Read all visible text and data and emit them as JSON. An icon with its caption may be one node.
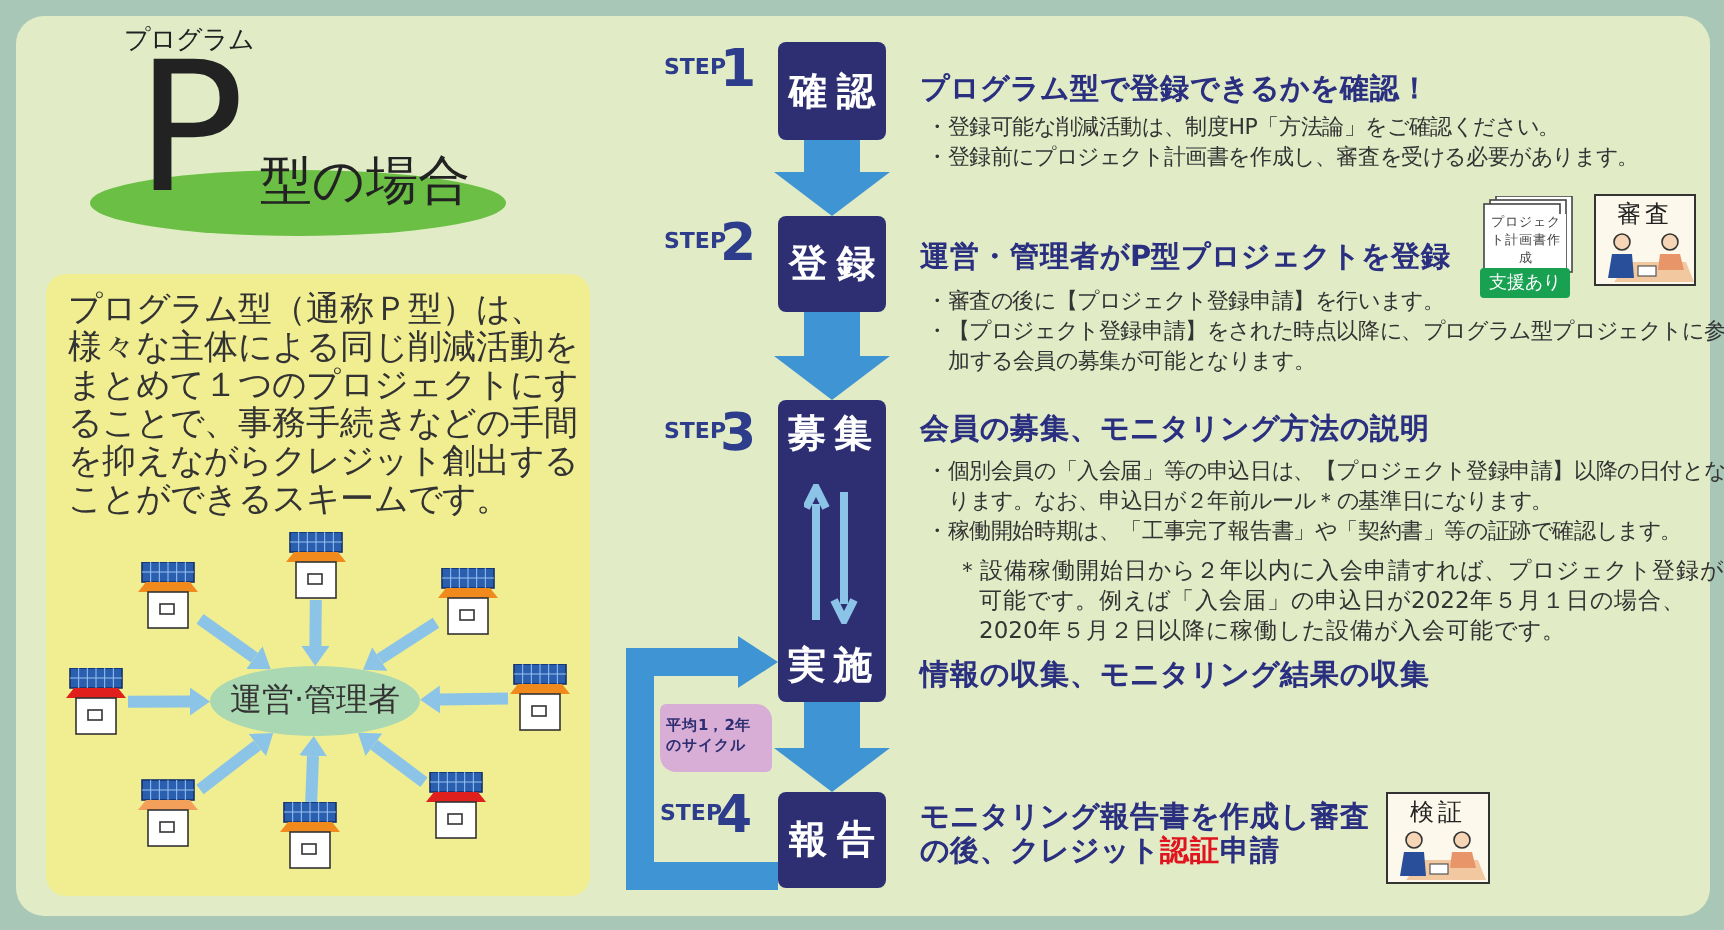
{
  "diagram": {
    "nodes": [
      {
        "text": [
          "プログラム",
          "P",
          "型の場合"
        ]
      },
      {
        "text": [
          "プログラム型（通称Ｐ型）は、様々な主体による同じ削減活動をまとめて１つのプロジェクトにすることで、事務手続きなどの手間を抑えながらクレジット創出することができるスキームです。"
        ]
      },
      {
        "text": [
          "運営·管理者"
        ],
        "in": 1
      },
      {
        "text": [],
        "shape": "picture",
        "in": 1
      },
      {
        "text": [],
        "shape": "picture",
        "in": 1
      },
      {
        "text": [],
        "shape": "picture",
        "in": 1
      },
      {
        "text": [],
        "shape": "picture",
        "in": 1
      },
      {
        "text": [],
        "shape": "picture",
        "in": 1
      },
      {
        "text": [],
        "shape": "picture",
        "in": 1
      },
      {
        "text": [],
        "shape": "picture",
        "in": 1
      },
      {
        "text": [],
        "shape": "picture",
        "in": 1
      },
      {
        "text": [
          "確認"
        ],
        "beside": [
          "STEP",
          "1",
          "プログラム型で登録できるかを確認！",
          "・登録可能な削減活動は、制度HP「方法論」をご確認ください。",
          "・登録前にプロジェクト計画書を作成し、審査を受ける必要があります。"
        ]
      },
      {
        "text": [
          "登録"
        ],
        "beside": [
          "STEP",
          "2",
          "運営・管理者がP型プロジェクトを登録",
          "・審査の後に【プロジェクト登録申請】を行います。",
          "・【プロジェクト登録申請】をされた時点以降に、プログラム型プロジェクトに参加する会員の募集が可能となります。"
        ]
      },
      {
        "text": [
          "プロジェクト計画書作成"
        ]
      },
      {
        "text": [
          "支援あり"
        ]
      },
      {
        "text": [
          "審査"
        ]
      },
      {
        "text": [
          "募集",
          "実施"
        ],
        "beside": [
          "STEP",
          "3",
          "会員の募集、モニタリング方法の説明",
          "・個別会員の「入会届」等の申込日は、【プロジェクト登録申請】以降の日付となります。なお、申込日が２年前ルール＊の基準日になります。",
          "・稼働開始時期は、「工事完了報告書」や「契約書」等の証跡で確認します。",
          "＊設備稼働開始日から２年以内に入会申請すれば、プロジェクト登録が可能です。例えば「入会届」の申込日が2022年５月１日の場合、2020年５月２日以降に稼働した設備が入会可能です。",
          "情報の収集、モニタリング結果の収集"
        ]
      },
      {
        "text": [
          "報告"
        ],
        "beside": [
          "STEP",
          "4",
          "モニタリング報告書を作成し審査の後、クレジット**認証**申請"
        ]
      },
      {
        "text": [
          "検証"
        ]
      },
      {
        "text": [
          "平均1，2年のサイクル"
        ]
      }
    ],
    "edges": [
      {
        "from": 3,
        "to": 2,
        "arrow": "to"
      },
      {
        "from": 4,
        "to": 2,
        "arrow": "to"
      },
      {
        "from": 5,
        "to": 2,
        "arrow": "to"
      },
      {
        "from": 6,
        "to": 2,
        "arrow": "to"
      },
      {
        "from": 7,
        "to": 2,
        "arrow": "to"
      },
      {
        "from": 8,
        "to": 2,
        "arrow": "to"
      },
      {
        "from": 9,
        "to": 2,
        "arrow": "to"
      },
      {
        "from": 10,
        "to": 2,
        "arrow": "to"
      },
      {
        "from": 11,
        "to": 12,
        "arrow": "to",
        "style": "thick",
        "color": "#3f95d3"
      },
      {
        "from": 12,
        "to": 16,
        "arrow": "to",
        "style": "thick",
        "color": "#3f95d3"
      },
      {
        "from": 16,
        "to": 17,
        "arrow": "to",
        "style": "thick",
        "color": "#3f95d3"
      },
      {
        "from": 17,
        "to": 16,
        "arrow": "to",
        "style": "thick",
        "color": "#3f95d3"
      }
    ]
  }
}
